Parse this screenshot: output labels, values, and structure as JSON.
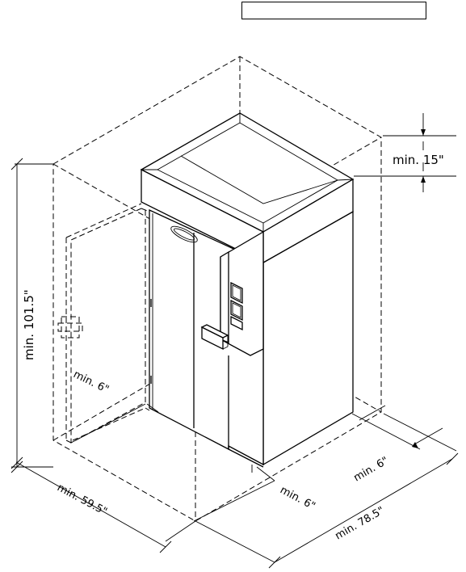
{
  "title_box": {
    "text": ""
  },
  "dimensions": {
    "top_clearance": "min.  15\"",
    "height": "min.  101.5\"",
    "side_clearance": "min.  6\"",
    "width": "min.  59.5\"",
    "rear_clearance": "min.  6\"",
    "front_clearance": "min.  6\"",
    "depth": "min.  78.5\""
  }
}
